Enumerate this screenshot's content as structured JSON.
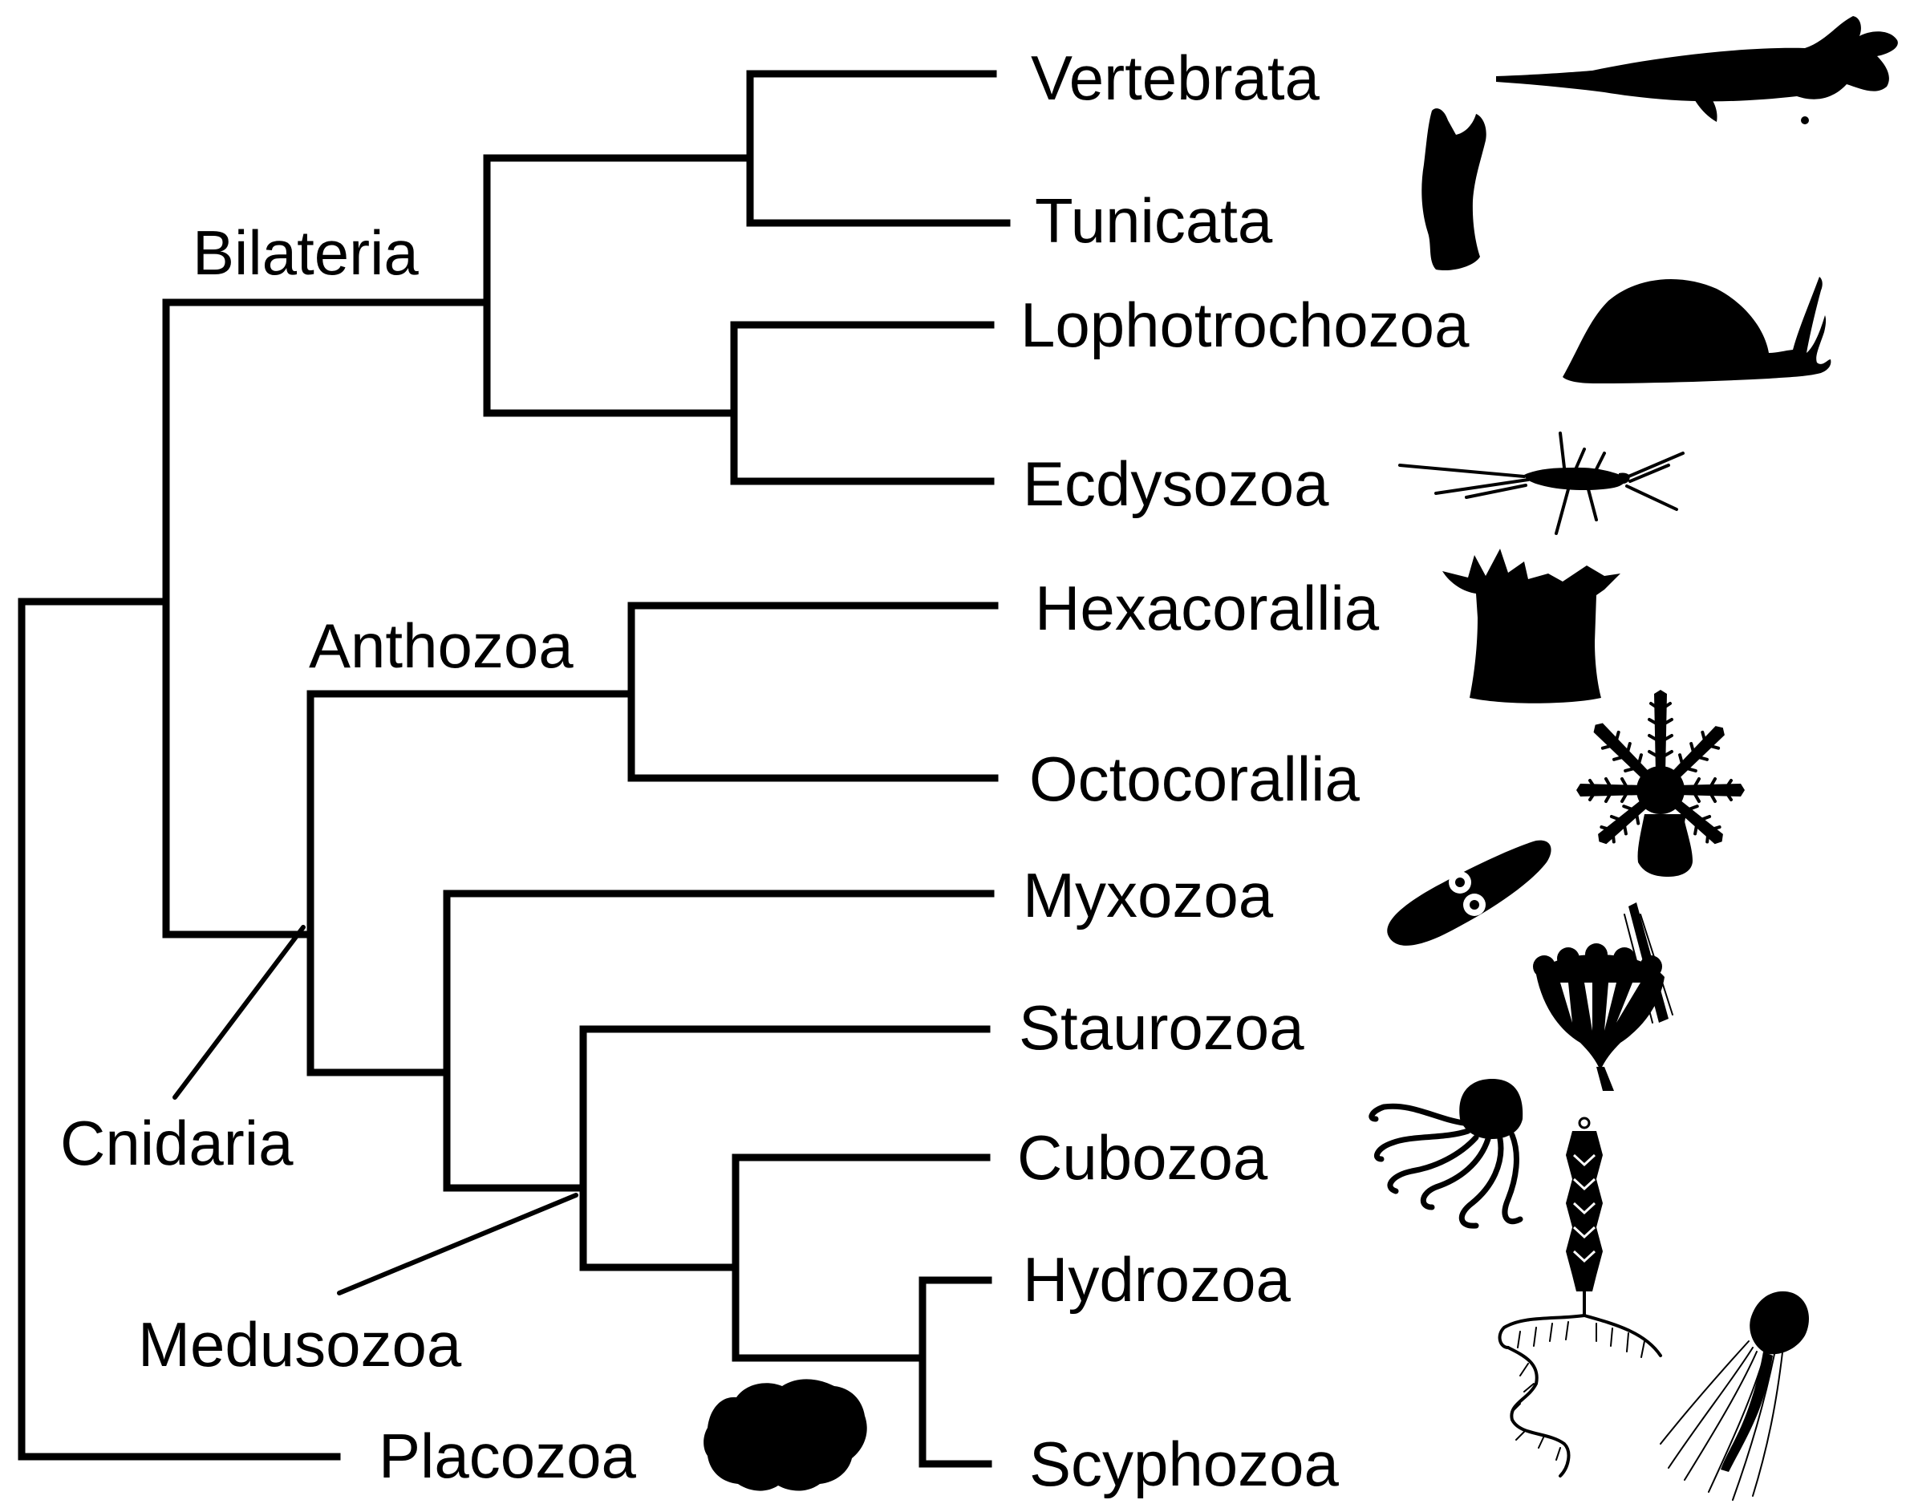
{
  "taxa": {
    "vertebrata": "Vertebrata",
    "tunicata": "Tunicata",
    "lophotrochozoa": "Lophotrochozoa",
    "ecdysozoa": "Ecdysozoa",
    "hexacorallia": "Hexacorallia",
    "octocorallia": "Octocorallia",
    "myxozoa": "Myxozoa",
    "staurozoa": "Staurozoa",
    "cubozoa": "Cubozoa",
    "hydrozoa": "Hydrozoa",
    "scyphozoa": "Scyphozoa",
    "placozoa": "Placozoa"
  },
  "clades": {
    "bilateria": "Bilateria",
    "anthozoa": "Anthozoa",
    "cnidaria": "Cnidaria",
    "medusozoa": "Medusozoa"
  },
  "icons": {
    "vertebrata": "gar-fish-silhouette",
    "tunicata": "sea-squirt-silhouette",
    "lophotrochozoa": "snail-silhouette",
    "ecdysozoa": "bristletail-insect-silhouette",
    "hexacorallia": "sea-anemone-silhouette",
    "octocorallia": "soft-coral-polyp-silhouette",
    "myxozoa": "myxozoan-spore-silhouette",
    "staurozoa": "stalked-jellyfish-silhouette",
    "cubozoa": "box-jellyfish-silhouette",
    "hydrozoa": "siphonophore-silhouette",
    "scyphozoa": "jellyfish-silhouette",
    "placozoa": "trichoplax-silhouette"
  },
  "colors": {
    "line": "#000000",
    "background": "#ffffff"
  }
}
